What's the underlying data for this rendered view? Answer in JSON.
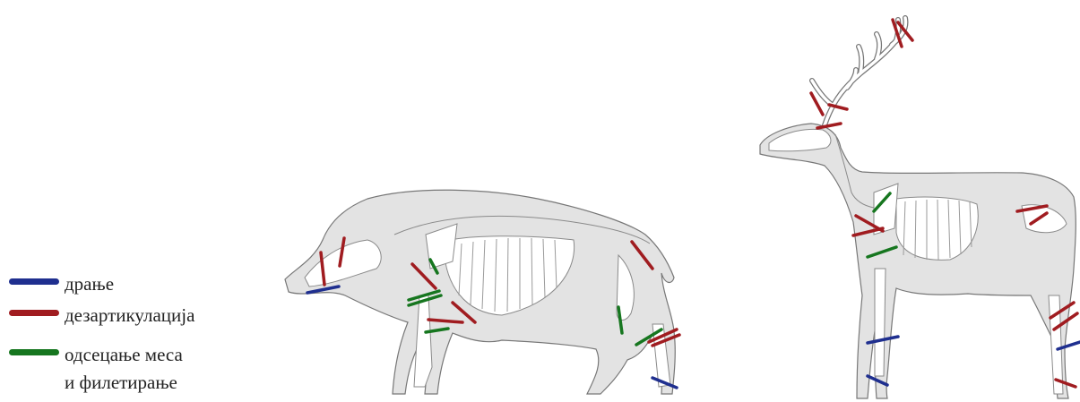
{
  "legend": {
    "items": [
      {
        "label": "драње",
        "color": "#1f2f8f"
      },
      {
        "label": "дезартикулација",
        "color": "#a01c20"
      },
      {
        "label": "одсецање меса",
        "label_line2": "и филетирање",
        "color": "#16761f"
      }
    ]
  },
  "colors": {
    "body_fill": "#e3e3e3",
    "body_outline": "#777777",
    "bone_fill": "#ffffff",
    "bone_outline": "#8a8a8a"
  },
  "animals": [
    {
      "name": "boar-illustration"
    },
    {
      "name": "deer-illustration"
    }
  ]
}
